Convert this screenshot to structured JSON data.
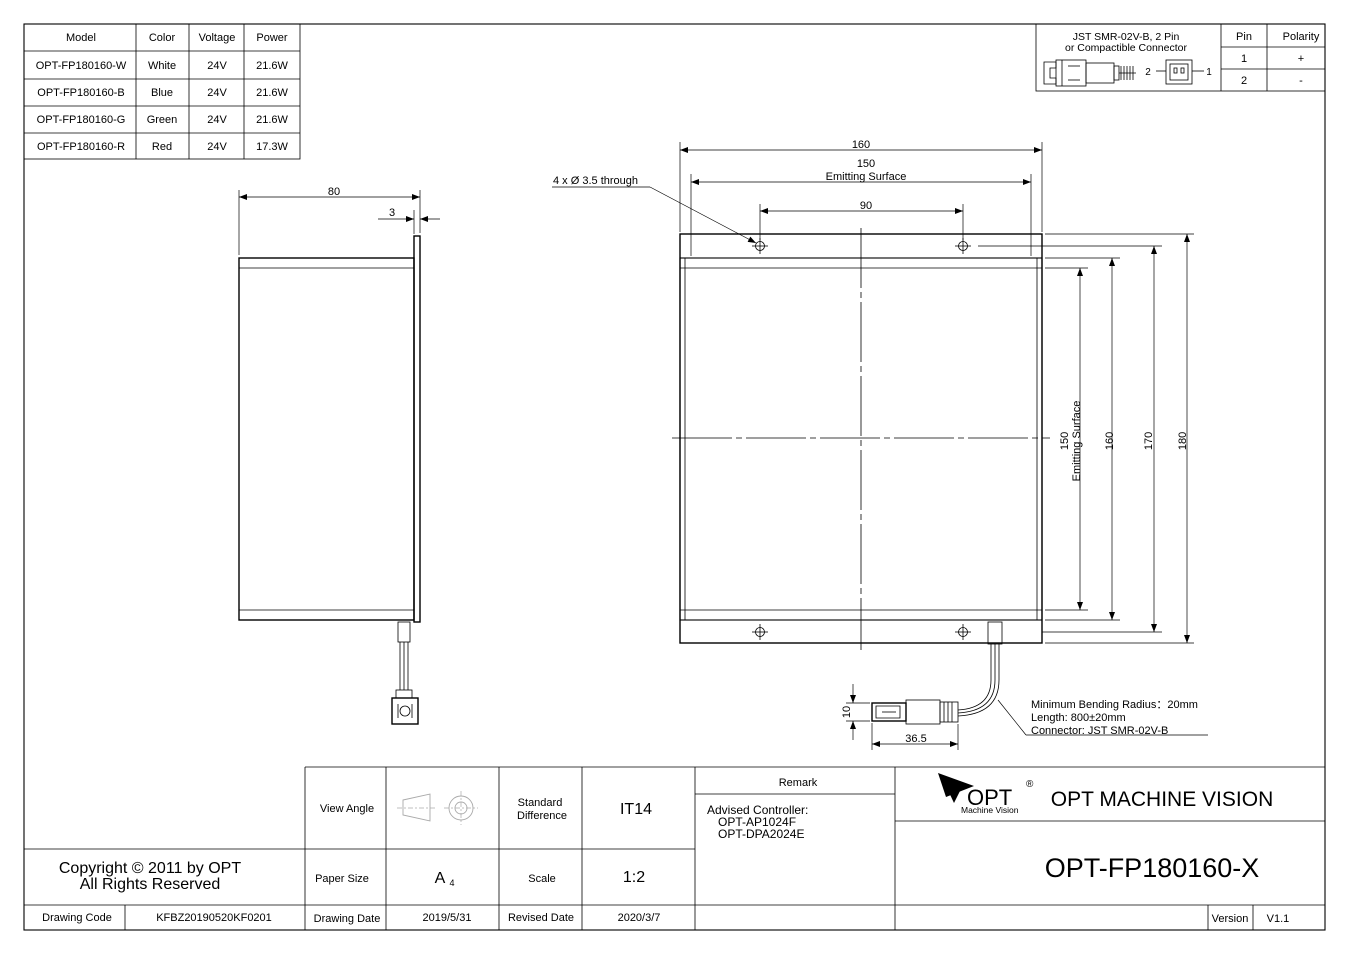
{
  "spec_table": {
    "headers": [
      "Model",
      "Color",
      "Voltage",
      "Power"
    ],
    "rows": [
      [
        "OPT-FP180160-W",
        "White",
        "24V",
        "21.6W"
      ],
      [
        "OPT-FP180160-B",
        "Blue",
        "24V",
        "21.6W"
      ],
      [
        "OPT-FP180160-G",
        "Green",
        "24V",
        "21.6W"
      ],
      [
        "OPT-FP180160-R",
        "Red",
        "24V",
        "17.3W"
      ]
    ]
  },
  "connector_box": {
    "title_line1": "JST SMR-02V-B, 2 Pin",
    "title_line2": "or Compactible Connector",
    "pin_label_left": "2",
    "pin_label_right": "1",
    "headers": [
      "Pin",
      "Polarity"
    ],
    "rows": [
      [
        "1",
        "+"
      ],
      [
        "2",
        "-"
      ]
    ]
  },
  "side_view": {
    "dim_width": "80",
    "dim_thickness": "3"
  },
  "front_view": {
    "dim_total_width": "160",
    "dim_emit_width": "150",
    "dim_emit_width_caption": "Emitting Surface",
    "dim_hole_spacing": "90",
    "hole_note": "4 x Ø 3.5 through",
    "dim_emit_height": "150",
    "dim_emit_height_caption": "Emitting Surface",
    "dim_160": "160",
    "dim_170": "170",
    "dim_180": "180",
    "dim_connector_height": "10",
    "dim_connector_length": "36.5",
    "cable_note_1": "Minimum Bending Radius：20mm",
    "cable_note_2": "Length: 800±20mm",
    "cable_note_3": "Connector: JST SMR-02V-B"
  },
  "title_block": {
    "copyright_line1": "Copyright © 2011 by OPT",
    "copyright_line2": "All Rights Reserved",
    "drawing_code_label": "Drawing Code",
    "drawing_code_value": "KFBZ20190520KF0201",
    "view_angle_label": "View Angle",
    "standard_difference_label_1": "Standard",
    "standard_difference_label_2": "Difference",
    "standard_difference_value": "IT14",
    "remark_label": "Remark",
    "remark_line1": "Advised Controller:",
    "remark_line2": "OPT-AP1024F",
    "remark_line3": "OPT-DPA2024E",
    "paper_size_label": "Paper Size",
    "paper_size_value": "A",
    "paper_size_sub": "4",
    "scale_label": "Scale",
    "scale_value": "1:2",
    "drawing_date_label": "Drawing Date",
    "drawing_date_value": "2019/5/31",
    "revised_date_label": "Revised Date",
    "revised_date_value": "2020/3/7",
    "logo_text": "OPT",
    "logo_registered": "®",
    "logo_sub": "Machine Vision",
    "company_name": "OPT MACHINE VISION",
    "part_number": "OPT-FP180160-X",
    "version_label": "Version",
    "version_value": "V1.1"
  }
}
